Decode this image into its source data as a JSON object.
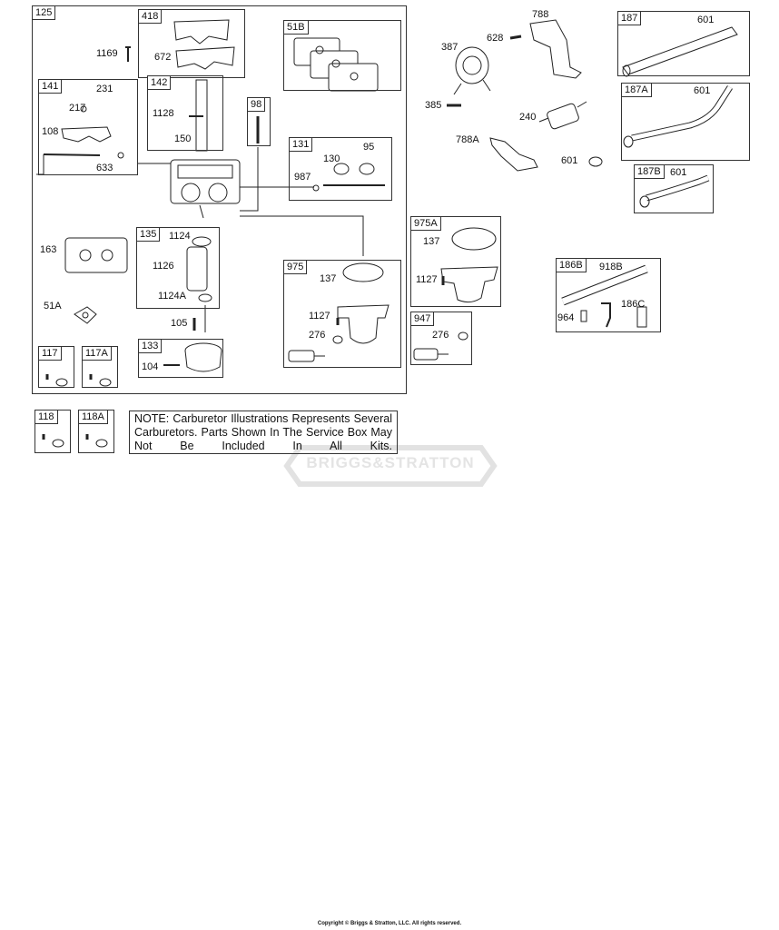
{
  "watermark": "BRIGGS&STRATTON",
  "note": "NOTE: Carburetor Illustrations Represents Several Carburetors. Parts Shown In The Service Box May Not Be Included In All Kits.",
  "copyright": "Copyright © Briggs & Stratton, LLC. All rights reserved.",
  "boxes": {
    "b125": "125",
    "b418": "418",
    "b51B": "51B",
    "b141": "141",
    "b142": "142",
    "b98": "98",
    "b131": "131",
    "b135": "135",
    "b975": "975",
    "b133": "133",
    "b117": "117",
    "b117A": "117A",
    "b118": "118",
    "b118A": "118A",
    "b975A": "975A",
    "b947": "947",
    "b187": "187",
    "b187A": "187A",
    "b187B": "187B",
    "b186B": "186B"
  },
  "labels": {
    "l1169": "1169",
    "l672": "672",
    "l231": "231",
    "l217": "217",
    "l108": "108",
    "l633": "633",
    "l1128": "1128",
    "l150": "150",
    "l130": "130",
    "l95": "95",
    "l987": "987",
    "l163": "163",
    "l1124": "1124",
    "l1126": "1126",
    "l1124A": "1124A",
    "l51A": "51A",
    "l105": "105",
    "l104": "104",
    "l137a": "137",
    "l1127a": "1127",
    "l276a": "276",
    "l788": "788",
    "l628": "628",
    "l387": "387",
    "l385": "385",
    "l240": "240",
    "l788A": "788A",
    "l601a": "601",
    "l137b": "137",
    "l1127b": "1127",
    "l276b": "276",
    "l601b": "601",
    "l601c": "601",
    "l601d": "601",
    "l918B": "918B",
    "l964": "964",
    "l186C": "186C"
  }
}
